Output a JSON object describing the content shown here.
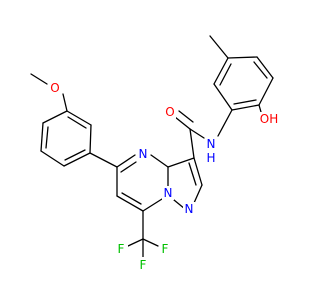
{
  "colors": {
    "bond": "#000000",
    "oxygen": "#ff0000",
    "nitrogen": "#0000ff",
    "fluorine": "#00c000",
    "background": "#ffffff"
  },
  "atoms": {
    "o_methoxy": "O",
    "n_ring_top": "N",
    "n_amide": "N",
    "h_amide": "H",
    "o_carbonyl": "O",
    "oh_label": "OH",
    "n_bridge": "N",
    "n_pyrazole": "N",
    "f_top": "F",
    "f_left": "F",
    "f_right": "F"
  }
}
